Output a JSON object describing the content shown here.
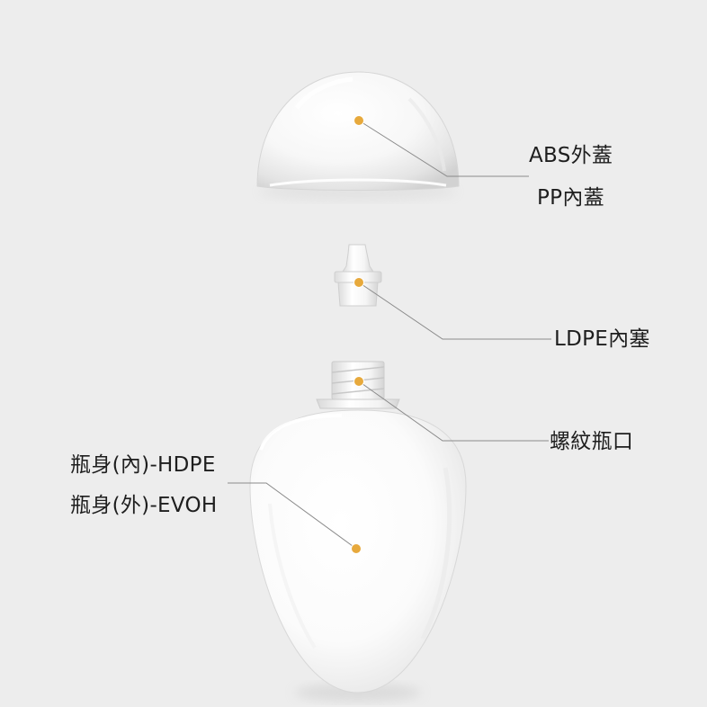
{
  "labels": {
    "outer_cap": "ABS外蓋",
    "inner_cap": "PP內蓋",
    "inner_plug": "LDPE內塞",
    "thread_neck": "螺紋瓶口",
    "body_inner": "瓶身(內)-HDPE",
    "body_outer": "瓶身(外)-EVOH"
  },
  "colors": {
    "background": "#ededed",
    "callout_dot": "#e7a93c",
    "callout_line": "#8a8a8a",
    "bottle_white": "#ffffff"
  }
}
